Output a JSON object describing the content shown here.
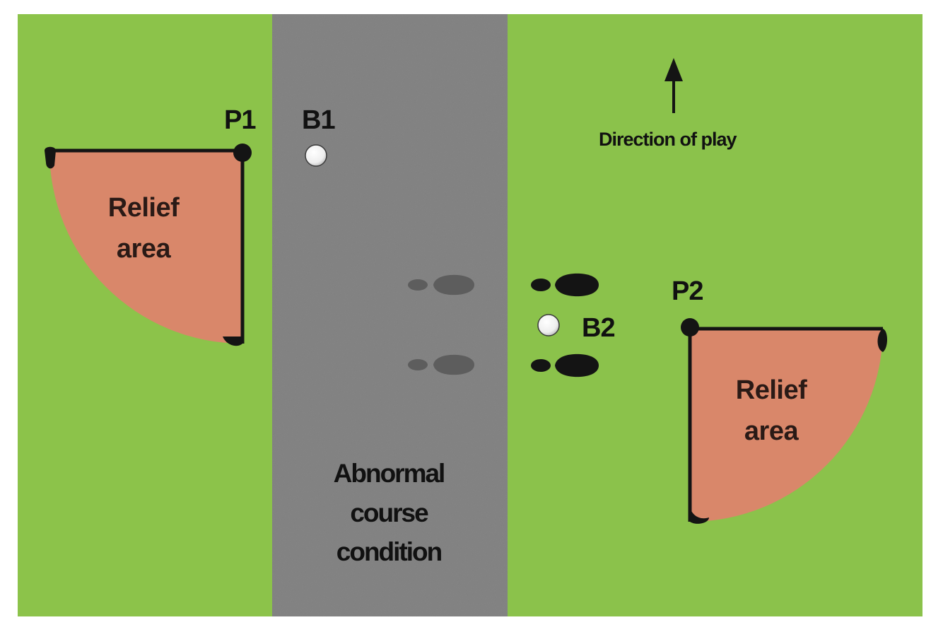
{
  "diagram": {
    "direction_label": "Direction of play",
    "points": {
      "p1": "P1",
      "p2": "P2"
    },
    "balls": {
      "b1": "B1",
      "b2": "B2"
    },
    "relief_area_left": {
      "line1": "Relief",
      "line2": "area"
    },
    "relief_area_right": {
      "line1": "Relief",
      "line2": "area"
    },
    "condition_label": {
      "line1": "Abnormal",
      "line2": "course",
      "line3": "condition"
    },
    "colors": {
      "grass": "#8cc34a",
      "path": "#868686",
      "relief_area": "#d9876a",
      "outline": "#141414",
      "ball": "#f4f4f4"
    },
    "icons": [
      "direction-arrow-icon",
      "footprint-icon",
      "golf-ball-icon",
      "reference-point-icon"
    ]
  }
}
